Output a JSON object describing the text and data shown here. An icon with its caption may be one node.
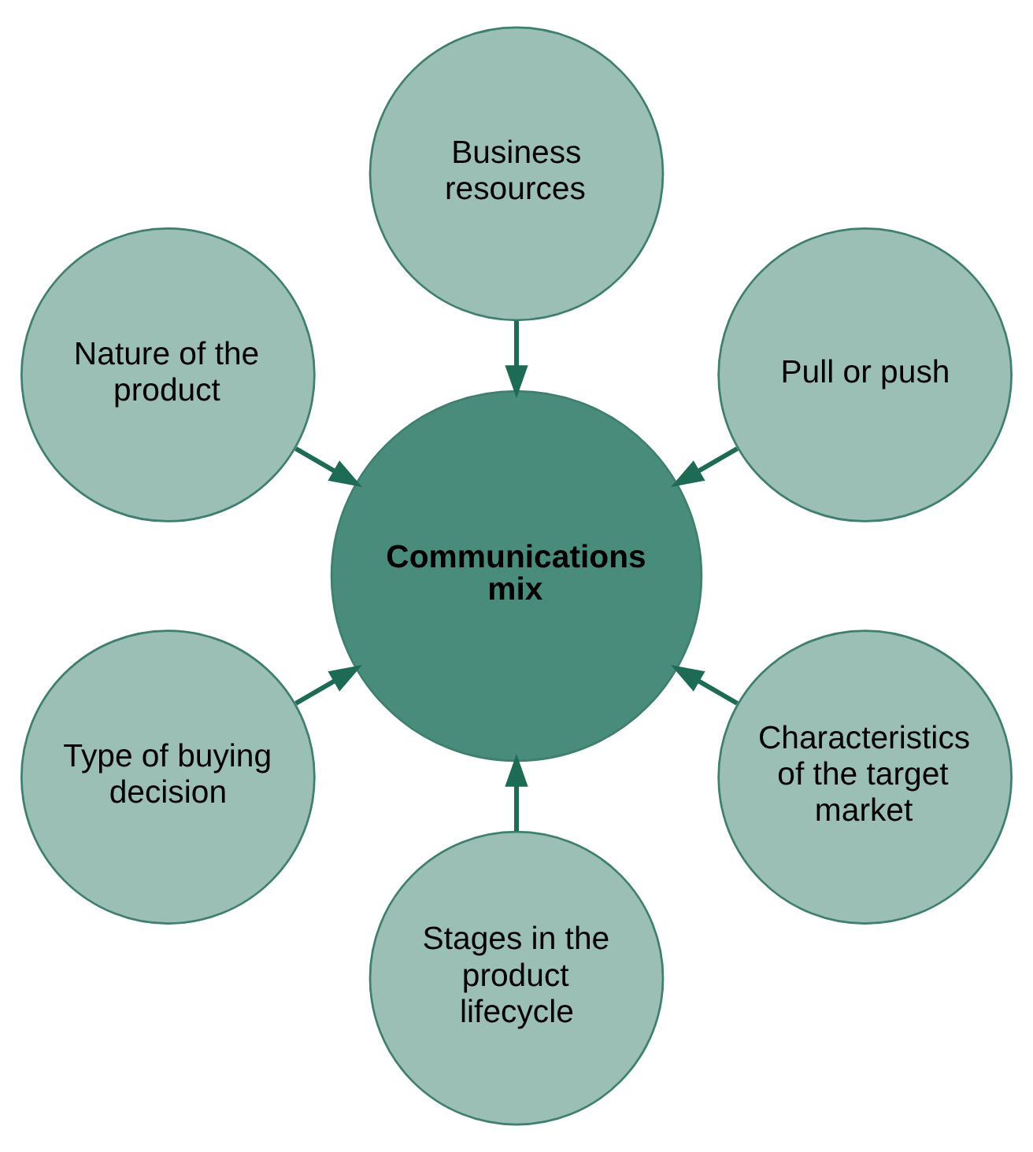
{
  "diagram": {
    "nodes": [
      {
        "text": [
          "Pull or push"
        ]
      },
      {
        "text": [
          "Business resources"
        ]
      },
      {
        "text": [
          "Nature of the product"
        ]
      },
      {
        "text": [
          "Communications mix"
        ]
      },
      {
        "text": [
          "Type of buying decision"
        ]
      },
      {
        "text": [
          "Stages in the product lifecycle"
        ]
      },
      {
        "text": [
          "Characteristics of the target market"
        ]
      }
    ],
    "edges": [
      {
        "from": 0,
        "to": 3,
        "arrow": "to"
      },
      {
        "from": 1,
        "to": 3,
        "arrow": "to"
      },
      {
        "from": 2,
        "to": 3,
        "arrow": "to"
      },
      {
        "from": 4,
        "to": 3,
        "arrow": "to"
      },
      {
        "from": 5,
        "to": 3,
        "arrow": "to"
      },
      {
        "from": 6,
        "to": 3,
        "arrow": "to"
      }
    ]
  }
}
